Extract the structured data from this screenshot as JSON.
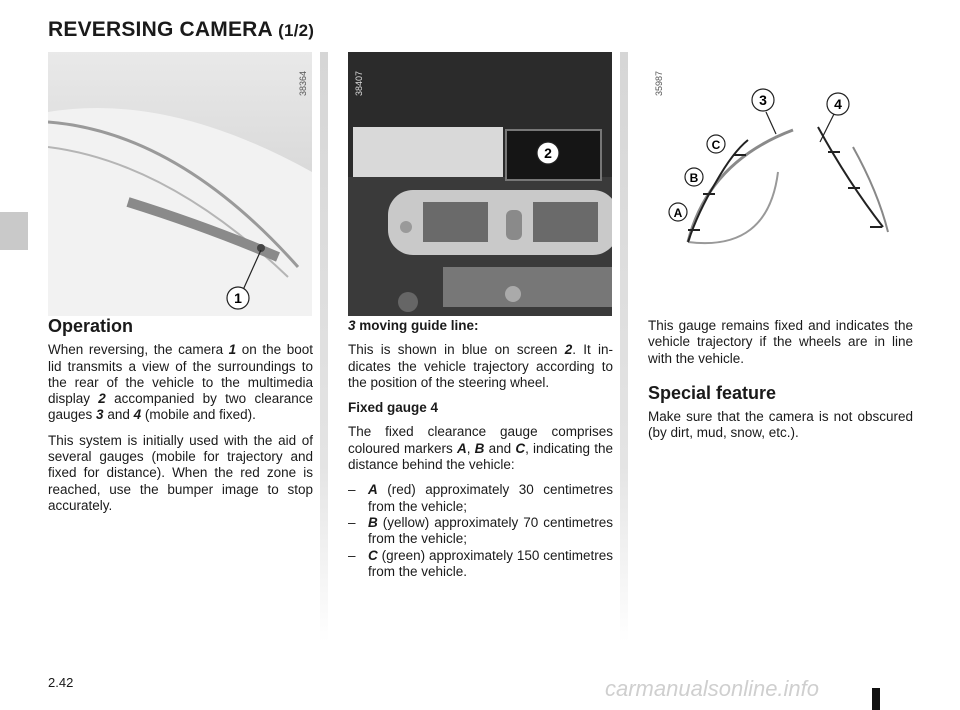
{
  "header": {
    "title": "REVERSING CAMERA",
    "subtitle": "(1/2)"
  },
  "figures": [
    {
      "ref": "38364",
      "callout": "1"
    },
    {
      "ref": "38407",
      "callout": "2"
    },
    {
      "ref": "35987",
      "labels": {
        "three": "3",
        "four": "4",
        "c": "C",
        "b": "B",
        "a": "A"
      }
    }
  ],
  "col1": {
    "heading": "Operation",
    "p1": {
      "a": "When reversing, the camera ",
      "b": "1",
      "c": " on the boot lid transmits a view of the sur­roundings to the rear of the vehicle to the multimedia display ",
      "d": "2",
      "e": " accompa­nied by two clearance gauges ",
      "f": "3",
      "g": " and ",
      "h": "4",
      "i": " (mobile and fixed)."
    },
    "p2": "This system is initially used with the aid of several gauges (mobile for trajectory and fixed for distance). When the red zone is reached, use the bumper image to stop accurately."
  },
  "col2": {
    "heading1": {
      "num": "3",
      "text": " moving guide line:"
    },
    "p1": {
      "a": "This is shown in blue on screen ",
      "b": "2",
      "c": ". It in­dicates the vehicle trajectory according to the position of the steering wheel."
    },
    "heading2": "Fixed gauge 4",
    "p2": {
      "a": "The fixed clearance gauge comprises coloured markers ",
      "b": "A",
      "c": ", ",
      "d": "B",
      "e": " and ",
      "f": "C",
      "g": ", indica­ting the distance behind the vehicle:"
    },
    "list": [
      {
        "dash": "–",
        "key": "A",
        "text": " (red) approximately 30 centi­metres from the vehicle;"
      },
      {
        "dash": "–",
        "key": "B",
        "text": " (yellow) approximately 70 centi­metres from the vehicle;"
      },
      {
        "dash": "–",
        "key": "C",
        "text": " (green) approximately 150 centi­metres from the vehicle."
      }
    ]
  },
  "col3": {
    "p1": "This gauge remains fixed and indicates the vehicle trajectory if the wheels are in line with the vehicle.",
    "heading": "Special feature",
    "p2": "Make sure that the camera is not ob­scured (by dirt, mud, snow, etc.)."
  },
  "footer": {
    "page": "2.42",
    "watermark": "carmanualsonline.info"
  }
}
